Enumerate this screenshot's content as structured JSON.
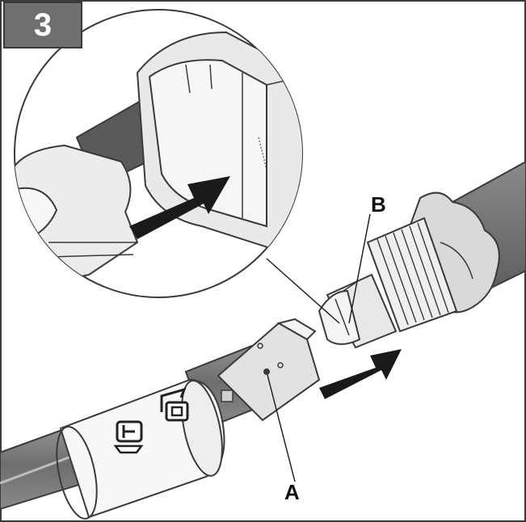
{
  "step": {
    "number": "3"
  },
  "callouts": {
    "a": "A",
    "b": "B"
  },
  "icons": [
    "lock-icon",
    "unlock-icon",
    "insert-direction-arrow-icon",
    "detail-insert-arrow-icon"
  ],
  "colors": {
    "outline": "#3a3a3a",
    "arrow": "#1a1a1a",
    "badge": "#6f6f6f",
    "shaft": "#8a8a8a",
    "light": "#e6e6e6"
  }
}
